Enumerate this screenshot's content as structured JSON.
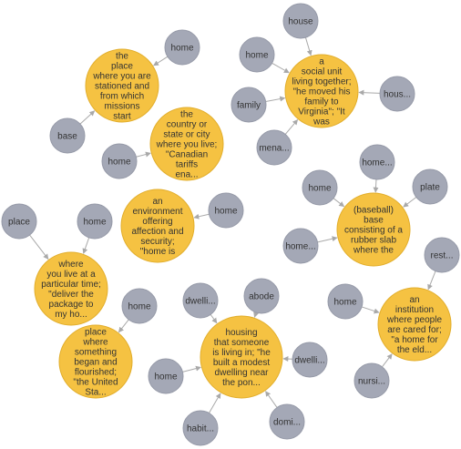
{
  "colors": {
    "sense_node": "#f5c242",
    "word_node": "#a4a8b6",
    "edge": "#a9a9a9",
    "text": "#333333"
  },
  "nodes": [
    {
      "id": "s1",
      "kind": "sense",
      "lines": [
        "the",
        "place",
        "where you are",
        "stationed and",
        "from which",
        "missions",
        "start"
      ]
    },
    {
      "id": "s2",
      "kind": "sense",
      "lines": [
        "the",
        "country or",
        "state or city",
        "where you live;",
        "\"Canadian",
        "tariffs",
        "ena..."
      ]
    },
    {
      "id": "s3",
      "kind": "sense",
      "lines": [
        "a",
        "social unit",
        "living together;",
        "\"he moved his",
        "family to",
        "Virginia\"; \"It",
        "was"
      ]
    },
    {
      "id": "s4",
      "kind": "sense",
      "lines": [
        "an",
        "environment",
        "offering",
        "affection and",
        "security;",
        "\"home is"
      ]
    },
    {
      "id": "s5",
      "kind": "sense",
      "lines": [
        "(baseball)",
        "base",
        "consisting of a",
        "rubber slab",
        "where the"
      ]
    },
    {
      "id": "s6",
      "kind": "sense",
      "lines": [
        "where",
        "you live at a",
        "particular time;",
        "\"deliver the",
        "package to",
        "my ho..."
      ]
    },
    {
      "id": "s7",
      "kind": "sense",
      "lines": [
        "an",
        "institution",
        "where people",
        "are cared for;",
        "\"a home for",
        "the eld..."
      ]
    },
    {
      "id": "s8",
      "kind": "sense",
      "lines": [
        "place",
        "where",
        "something",
        "began and",
        "flourished;",
        "\"the United",
        "Sta..."
      ]
    },
    {
      "id": "s9",
      "kind": "sense",
      "lines": [
        "housing",
        "that someone",
        "is living in; \"he",
        "built a modest",
        "dwelling near",
        "the pon..."
      ]
    },
    {
      "id": "w1",
      "kind": "word",
      "lines": [
        "home"
      ]
    },
    {
      "id": "w2",
      "kind": "word",
      "lines": [
        "base"
      ]
    },
    {
      "id": "w3",
      "kind": "word",
      "lines": [
        "home"
      ]
    },
    {
      "id": "w4",
      "kind": "word",
      "lines": [
        "house"
      ]
    },
    {
      "id": "w5",
      "kind": "word",
      "lines": [
        "home"
      ]
    },
    {
      "id": "w6",
      "kind": "word",
      "lines": [
        "family"
      ]
    },
    {
      "id": "w7",
      "kind": "word",
      "lines": [
        "hous..."
      ]
    },
    {
      "id": "w8",
      "kind": "word",
      "lines": [
        "mena..."
      ]
    },
    {
      "id": "w9",
      "kind": "word",
      "lines": [
        "home"
      ]
    },
    {
      "id": "w10",
      "kind": "word",
      "lines": [
        "home..."
      ]
    },
    {
      "id": "w11",
      "kind": "word",
      "lines": [
        "home"
      ]
    },
    {
      "id": "w12",
      "kind": "word",
      "lines": [
        "plate"
      ]
    },
    {
      "id": "w13",
      "kind": "word",
      "lines": [
        "home..."
      ]
    },
    {
      "id": "w14",
      "kind": "word",
      "lines": [
        "place"
      ]
    },
    {
      "id": "w15",
      "kind": "word",
      "lines": [
        "home"
      ]
    },
    {
      "id": "w16",
      "kind": "word",
      "lines": [
        "rest..."
      ]
    },
    {
      "id": "w17",
      "kind": "word",
      "lines": [
        "home"
      ]
    },
    {
      "id": "w18",
      "kind": "word",
      "lines": [
        "nursi..."
      ]
    },
    {
      "id": "w19",
      "kind": "word",
      "lines": [
        "home"
      ]
    },
    {
      "id": "w20",
      "kind": "word",
      "lines": [
        "dwelli..."
      ]
    },
    {
      "id": "w21",
      "kind": "word",
      "lines": [
        "abode"
      ]
    },
    {
      "id": "w22",
      "kind": "word",
      "lines": [
        "dwelli..."
      ]
    },
    {
      "id": "w23",
      "kind": "word",
      "lines": [
        "home"
      ]
    },
    {
      "id": "w24",
      "kind": "word",
      "lines": [
        "habit..."
      ]
    },
    {
      "id": "w25",
      "kind": "word",
      "lines": [
        "domi..."
      ]
    }
  ],
  "edges": [
    [
      "w1",
      "s1"
    ],
    [
      "w2",
      "s1"
    ],
    [
      "w3",
      "s2"
    ],
    [
      "w4",
      "s3"
    ],
    [
      "w5",
      "s3"
    ],
    [
      "w6",
      "s3"
    ],
    [
      "w7",
      "s3"
    ],
    [
      "w8",
      "s3"
    ],
    [
      "w9",
      "s4"
    ],
    [
      "w10",
      "s5"
    ],
    [
      "w11",
      "s5"
    ],
    [
      "w12",
      "s5"
    ],
    [
      "w13",
      "s5"
    ],
    [
      "w14",
      "s6"
    ],
    [
      "w15",
      "s6"
    ],
    [
      "w16",
      "s7"
    ],
    [
      "w17",
      "s7"
    ],
    [
      "w18",
      "s7"
    ],
    [
      "w19",
      "s8"
    ],
    [
      "w20",
      "s9"
    ],
    [
      "w21",
      "s9"
    ],
    [
      "w22",
      "s9"
    ],
    [
      "w23",
      "s9"
    ],
    [
      "w24",
      "s9"
    ],
    [
      "w25",
      "s9"
    ]
  ]
}
